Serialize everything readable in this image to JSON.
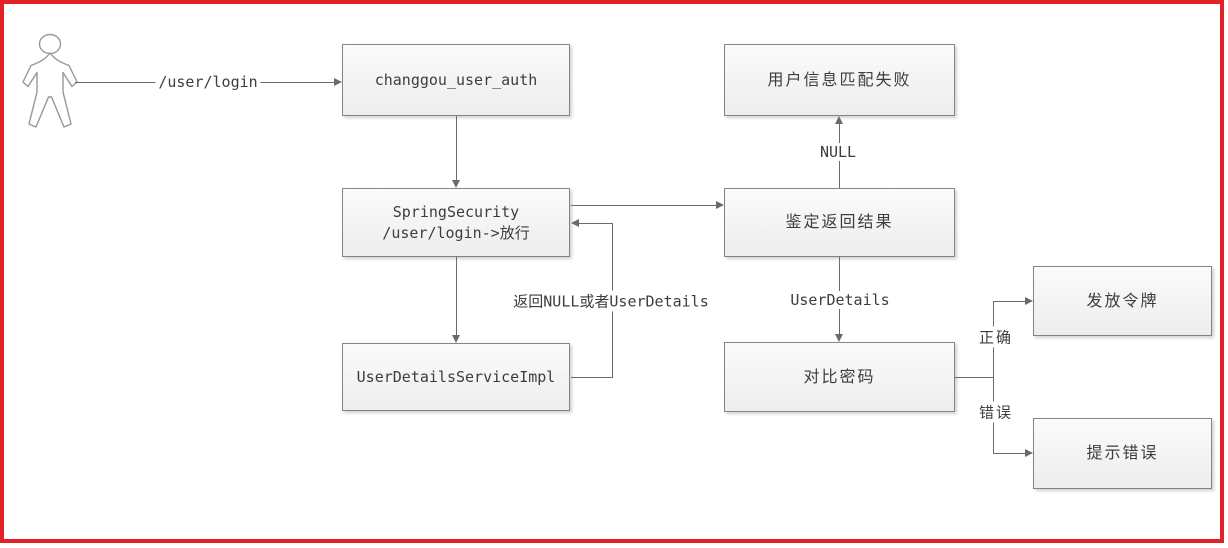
{
  "diagram": {
    "type": "flowchart",
    "frame_color": "#e32227",
    "connector_color": "#6a6a6a",
    "node_border_color": "#848484",
    "node_fill": "#f3f3f3",
    "actor": "user-actor",
    "nodes": [
      {
        "id": "changgou_user_auth",
        "label": "changgou_user_auth"
      },
      {
        "id": "spring_security",
        "label1": "SpringSecurity",
        "label2": "/user/login->放行"
      },
      {
        "id": "user_details_service",
        "label": "UserDetailsServiceImpl"
      },
      {
        "id": "user_info_match_failed",
        "label": "用户信息匹配失败"
      },
      {
        "id": "check_return_result",
        "label": "鉴定返回结果"
      },
      {
        "id": "compare_password",
        "label": "对比密码"
      },
      {
        "id": "issue_token",
        "label": "发放令牌"
      },
      {
        "id": "show_error",
        "label": "提示错误"
      }
    ],
    "edge_labels": {
      "user_login": "/user/login",
      "return_null_or_userdetails": "返回NULL或者UserDetails",
      "null_result": "NULL",
      "userdetails_result": "UserDetails",
      "correct": "正确",
      "wrong": "错误"
    }
  }
}
